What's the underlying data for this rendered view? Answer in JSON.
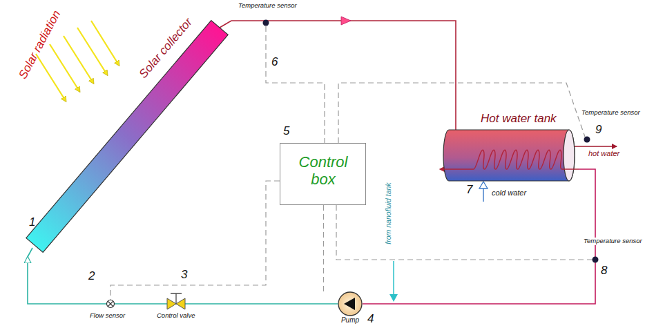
{
  "diagram": {
    "nodes": [
      {
        "text": [
          "Solar collector"
        ]
      },
      {
        "text": [
          "Control box"
        ]
      },
      {
        "text": [
          "Hot water tank"
        ]
      },
      {
        "text": [
          "Pump"
        ]
      }
    ],
    "edges": [
      {
        "from": 0,
        "to": 2,
        "arrow": "to"
      },
      {
        "from": 2,
        "to": 3,
        "arrow": "none"
      },
      {
        "from": 3,
        "to": 0,
        "arrow": "to"
      },
      {
        "from": 1,
        "to": 3,
        "arrow": "none"
      }
    ],
    "labels": [
      "Solar radiation",
      "Temperature sensor",
      "6",
      "5",
      "Temperature sensor",
      "9",
      "hot water",
      "7",
      "cold water",
      "Temperature sensor",
      "8",
      "from nanofluid tank",
      "1",
      "2",
      "Flow sensor",
      "3",
      "Control valve",
      "4"
    ]
  }
}
